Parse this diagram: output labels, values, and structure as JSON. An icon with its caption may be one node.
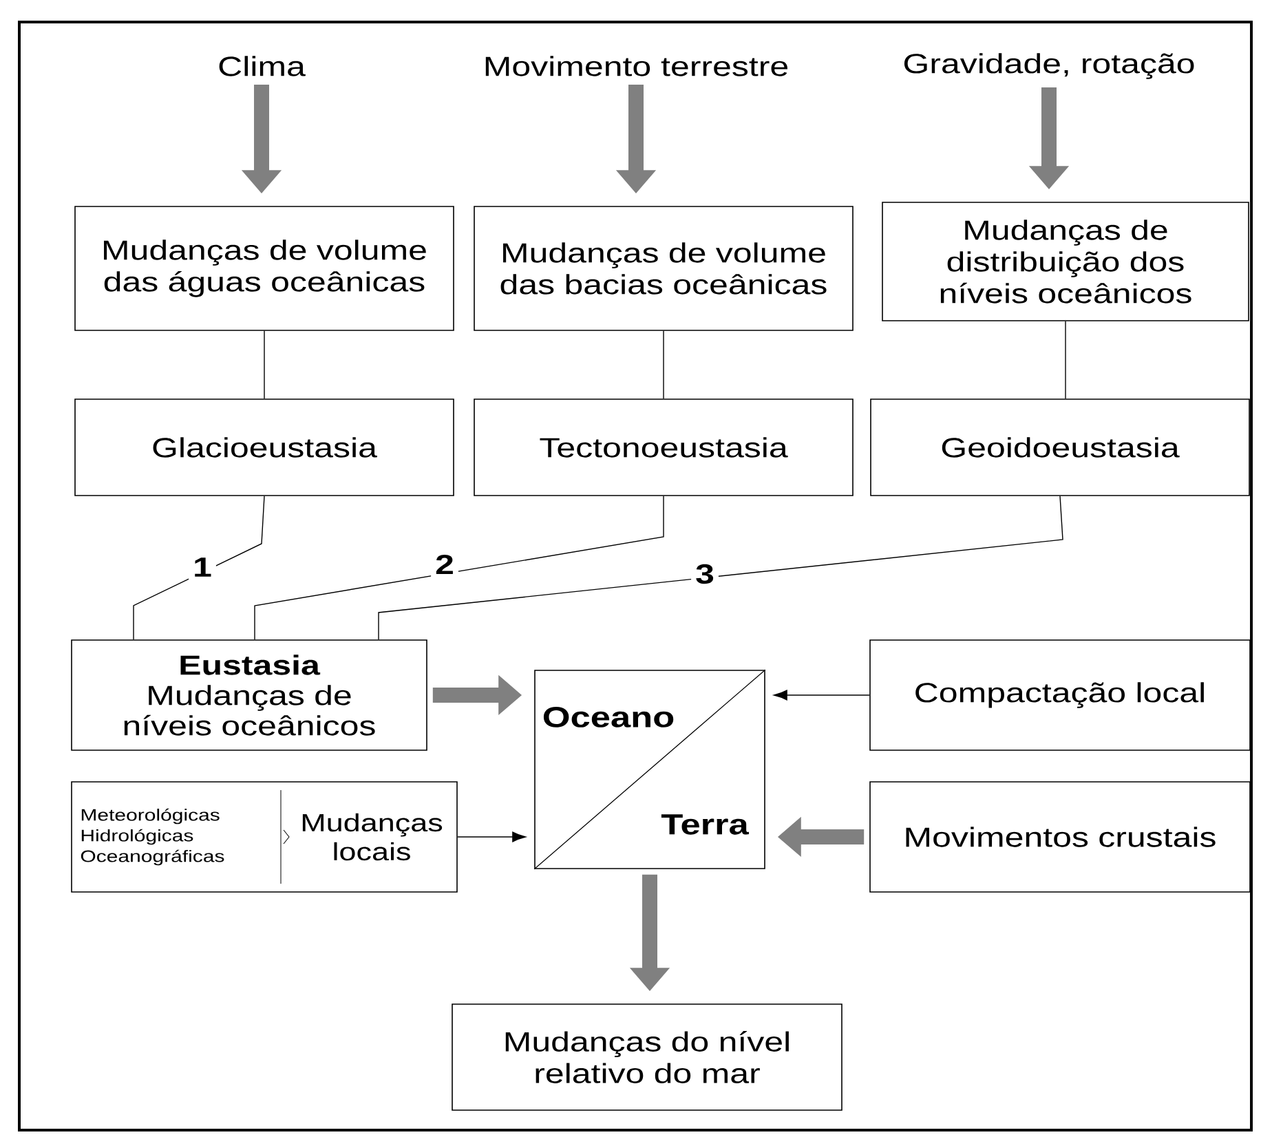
{
  "diagram": {
    "nodes": [
      {
        "text": [
          "Clima"
        ]
      },
      {
        "text": [
          "Movimento terrestre"
        ]
      },
      {
        "text": [
          "Gravidade, rotação"
        ]
      },
      {
        "text": [
          "Mudanças de volume das águas oceânicas"
        ]
      },
      {
        "text": [
          "Mudanças de volume das bacias oceânicas"
        ]
      },
      {
        "text": [
          "Mudanças de distribuição dos níveis oceânicos"
        ]
      },
      {
        "text": [
          "Glacioeustasia"
        ]
      },
      {
        "text": [
          "Tectonoeustasia"
        ]
      },
      {
        "text": [
          "Geoidoeustasia"
        ]
      },
      {
        "text": [
          "Eustasia",
          "Mudanças de níveis oceânicos"
        ]
      },
      {
        "text": [
          "Oceano",
          "Terra"
        ]
      },
      {
        "text": [
          "Compactação local"
        ]
      },
      {
        "text": [
          "Meteorológicas",
          "Hidrológicas",
          "Oceanográficas",
          "Mudanças locais"
        ]
      },
      {
        "text": [
          "Movimentos crustais"
        ]
      },
      {
        "text": [
          "Mudanças do nível relativo do mar"
        ]
      }
    ],
    "edges": [
      {
        "from": 0,
        "to": 3,
        "arrow": "to",
        "style": "thick",
        "color": "#808080"
      },
      {
        "from": 1,
        "to": 4,
        "arrow": "to",
        "style": "thick",
        "color": "#808080"
      },
      {
        "from": 2,
        "to": 5,
        "arrow": "to",
        "style": "thick",
        "color": "#808080"
      },
      {
        "from": 3,
        "to": 6,
        "arrow": "none"
      },
      {
        "from": 4,
        "to": 7,
        "arrow": "none"
      },
      {
        "from": 5,
        "to": 8,
        "arrow": "none"
      },
      {
        "from": 6,
        "to": 9,
        "arrow": "none",
        "label": "1"
      },
      {
        "from": 7,
        "to": 9,
        "arrow": "none",
        "label": "2"
      },
      {
        "from": 8,
        "to": 9,
        "arrow": "none",
        "label": "3"
      },
      {
        "from": 9,
        "to": 10,
        "arrow": "to",
        "style": "thick",
        "color": "#808080"
      },
      {
        "from": 11,
        "to": 10,
        "arrow": "to"
      },
      {
        "from": 12,
        "to": 10,
        "arrow": "to"
      },
      {
        "from": 13,
        "to": 10,
        "arrow": "to",
        "style": "thick",
        "color": "#808080"
      },
      {
        "from": 10,
        "to": 14,
        "arrow": "to",
        "style": "thick",
        "color": "#808080"
      }
    ]
  }
}
